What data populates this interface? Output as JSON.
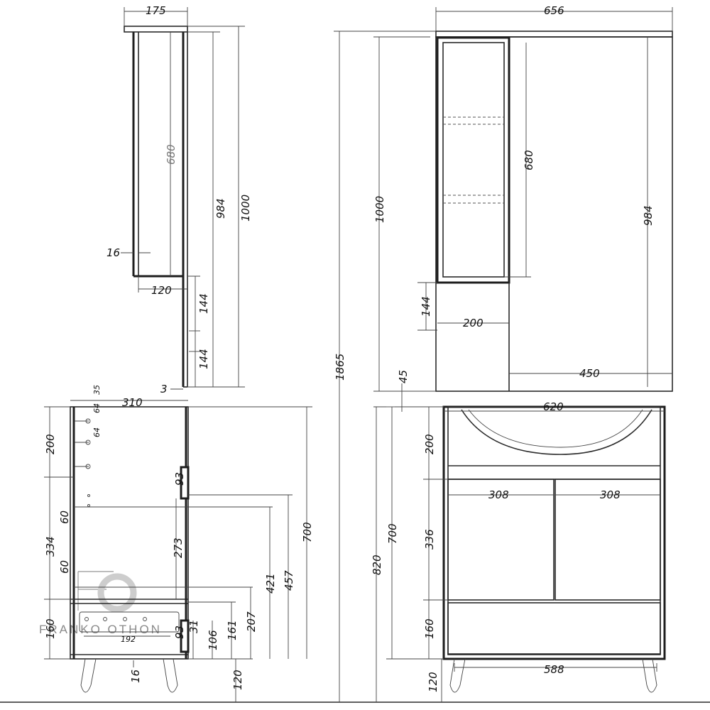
{
  "dimensions": {
    "cabinet_side_width": "175",
    "cabinet_side_shelf_height": "680",
    "cabinet_side_inner_height": "984",
    "cabinet_side_total_height": "1000",
    "cabinet_side_panel": "16",
    "cabinet_side_depth": "120",
    "cabinet_side_144_upper": "144",
    "cabinet_side_144_lower": "144",
    "cabinet_side_bottom": "3",
    "cabinet_front_width": "656",
    "cabinet_front_shelf_height": "680",
    "cabinet_front_inner_height": "984",
    "cabinet_front_total_height": "1000",
    "cabinet_front_144": "144",
    "cabinet_front_column_width": "200",
    "cabinet_front_mirror_width": "450",
    "overall_height": "1865",
    "gap_height": "45",
    "vanity_side_depth": "310",
    "vanity_side_35": "35",
    "vanity_side_64a": "64",
    "vanity_side_64b": "64",
    "vanity_side_200": "200",
    "vanity_side_93_upper": "93",
    "vanity_side_60_upper": "60",
    "vanity_side_334": "334",
    "vanity_side_273": "273",
    "vanity_side_421": "421",
    "vanity_side_457": "457",
    "vanity_side_700": "700",
    "vanity_side_60_lower": "60",
    "vanity_side_207": "207",
    "vanity_side_160": "160",
    "vanity_side_31": "31",
    "vanity_side_106": "106",
    "vanity_side_161": "161",
    "vanity_side_93_lower": "93",
    "vanity_side_192": "192",
    "vanity_side_16": "16",
    "vanity_side_120": "120",
    "vanity_front_width": "620",
    "vanity_front_200": "200",
    "vanity_front_door_left": "308",
    "vanity_front_door_right": "308",
    "vanity_front_700": "700",
    "vanity_front_820": "820",
    "vanity_front_336": "336",
    "vanity_front_160": "160",
    "vanity_front_leg_span": "588",
    "vanity_front_legs": "120"
  },
  "watermark": {
    "logo": "FO",
    "text": "FRANKO OTHON"
  }
}
